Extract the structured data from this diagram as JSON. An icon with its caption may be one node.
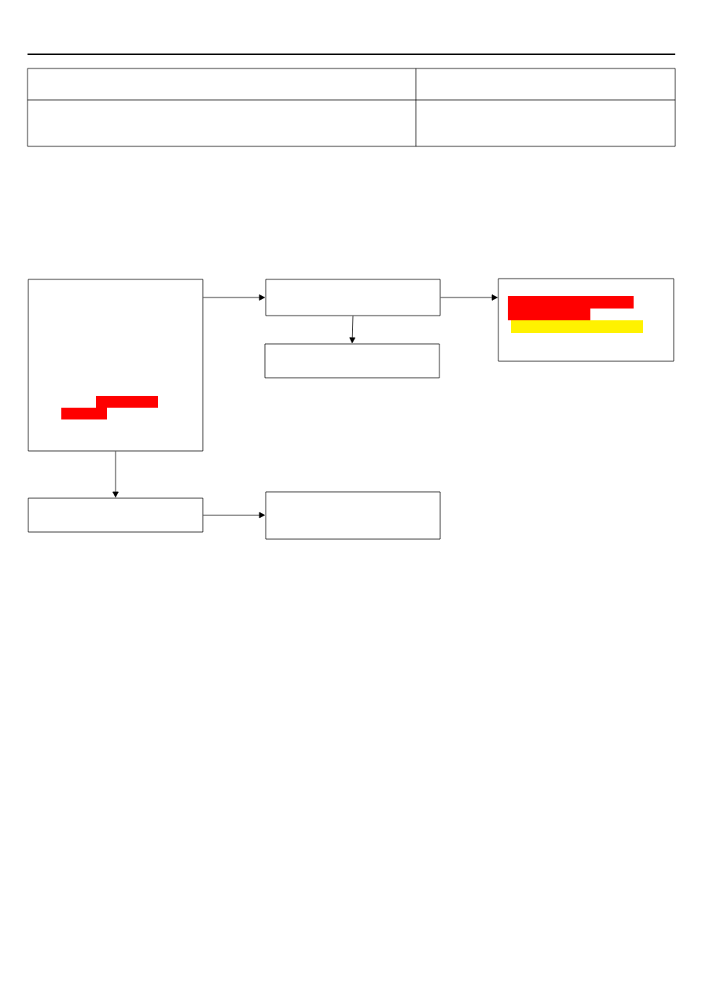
{
  "diagram": {
    "nodes": [
      {
        "text": [],
        "shape": "box"
      },
      {
        "text": [],
        "shape": "box"
      },
      {
        "text": [],
        "shape": "box"
      },
      {
        "text": [],
        "shape": "box"
      },
      {
        "text": [],
        "shape": "box"
      },
      {
        "text": [],
        "shape": "box"
      }
    ],
    "edges": [
      {
        "from": 0,
        "to": 1,
        "arrow": "to"
      },
      {
        "from": 1,
        "to": 2,
        "arrow": "to"
      },
      {
        "from": 1,
        "to": 3,
        "arrow": "to"
      },
      {
        "from": 0,
        "to": 4,
        "arrow": "to"
      },
      {
        "from": 4,
        "to": 5,
        "arrow": "to"
      }
    ]
  }
}
